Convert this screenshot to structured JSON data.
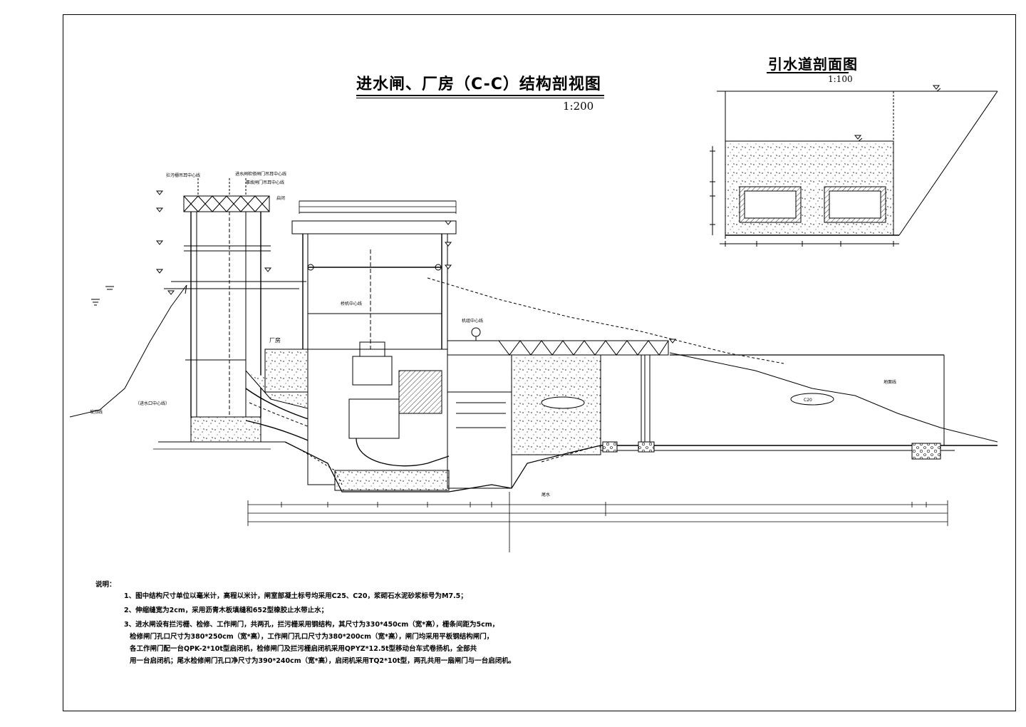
{
  "main_title": "进水闸、厂房（C-C）结构剖视图",
  "main_scale": "1:200",
  "side_title": "引水道剖面图",
  "side_scale": "1:100",
  "labels": {
    "tree": "拦污栅吊耳中心线",
    "upper1": "进水闸检修闸门吊耳中心线",
    "upper2": "事故闸门吊耳中心线",
    "hoist_room": "启闭",
    "crane": "桥机中心线",
    "powerhouse": "厂房",
    "ground": "地面线",
    "intake_center": "（进水口中心线）",
    "slope": "坡顶线",
    "tailrace": "尾水",
    "unit_center": "机组中心线",
    "concrete": "C20"
  },
  "notes": {
    "heading": "说明：",
    "items": [
      "1、图中结构尺寸单位以毫米计，高程以米计，闸室部凝土标号均采用C25、C20，浆砌石水泥砂浆标号为M7.5；",
      "2、伸缩缝宽为2cm，采用沥青木板填缝和652型橡胶止水带止水；",
      "3、进水闸设有拦污栅、检修、工作闸门，共两孔，拦污栅采用钢结构，其尺寸为330*450cm（宽*高），栅条间距为5cm，",
      "检修闸门孔口尺寸为380*250cm（宽*高），工作闸门孔口尺寸为380*200cm（宽*高），闸门均采用平板钢结构闸门，",
      "各工作闸门配一台QPK-2*10t型启闭机，检修闸门及拦污栅启闭机采用QPYZ*12.5t型移动台车式卷扬机，全部共",
      "用一台启闭机；尾水检修闸门孔口净尺寸为390*240cm（宽*高），启闭机采用TQ2*10t型，两孔共用一扇闸门与一台启闭机。"
    ]
  },
  "colors": {
    "line": "#000000",
    "background": "#ffffff"
  }
}
